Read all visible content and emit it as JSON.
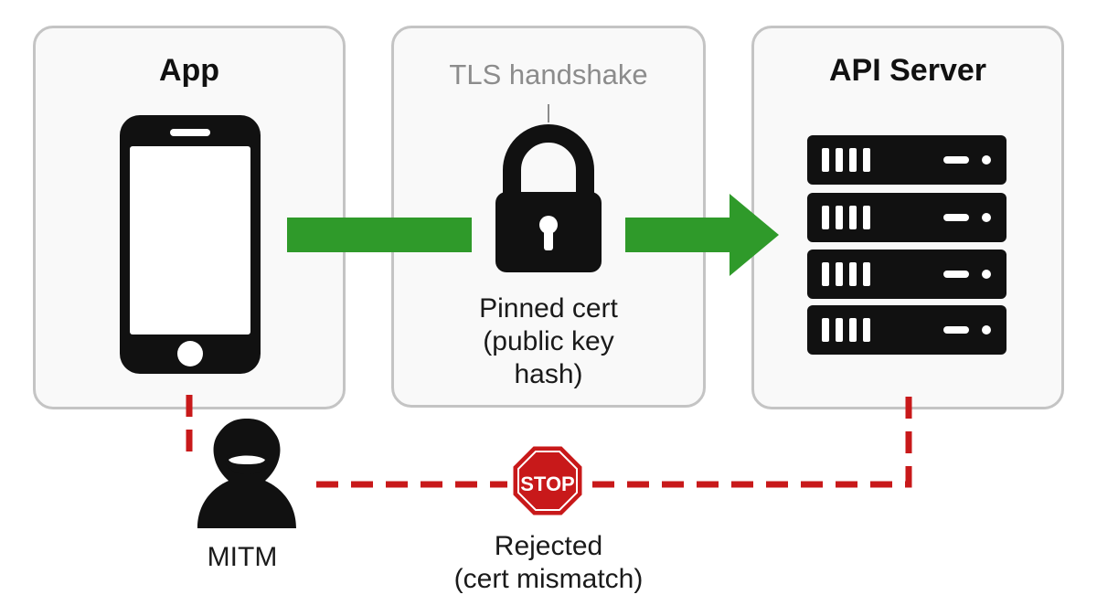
{
  "app": {
    "title": "App"
  },
  "handshake": {
    "title": "TLS handshake",
    "caption_line1": "Pinned cert",
    "caption_line2": "(public key",
    "caption_line3": "hash)"
  },
  "server": {
    "title": "API Server"
  },
  "mitm": {
    "label": "MITM"
  },
  "rejection": {
    "stop_sign_text": "STOP",
    "caption_line1": "Rejected",
    "caption_line2": "(cert mismatch)"
  },
  "colors": {
    "secure_path": "#2f9a2a",
    "attack_path": "#c8191a",
    "panel_border": "#c4c4c4",
    "icon": "#111111"
  },
  "icons": {
    "app": "smartphone-icon",
    "handshake": "padlock-icon",
    "server": "server-rack-icon",
    "attacker": "hooded-hacker-icon",
    "rejection": "stop-sign-icon"
  }
}
